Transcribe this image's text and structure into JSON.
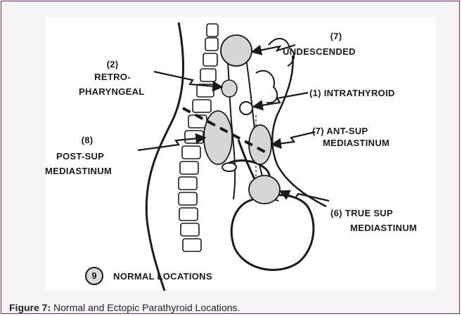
{
  "labels": {
    "undescended": {
      "count": "(7)",
      "name": "UNDESCENDED"
    },
    "retropharyngeal": {
      "count": "(2)",
      "line1": "RETRO-",
      "line2": "PHARYNGEAL"
    },
    "intrathyroid": {
      "text": "(1) INTRATHYROID"
    },
    "ant_sup": {
      "line1": "(7) ANT-SUP",
      "line2": "MEDIASTINUM"
    },
    "post_sup": {
      "count": "(8)",
      "line1": "POST-SUP",
      "line2": "MEDIASTINUM"
    },
    "true_sup": {
      "line1": "(6) TRUE SUP",
      "line2": "MEDIASTINUM"
    }
  },
  "legend": {
    "badge_number": "9",
    "text": "NORMAL LOCATIONS"
  },
  "caption": {
    "prefix": "Figure 7:",
    "text": " Normal and Ectopic Parathyroid Locations."
  },
  "colors": {
    "border": "#a6195f",
    "outer_background": "#f5f5f5",
    "figure_background": "#ffffff",
    "gland_fill": "#d6d6d6",
    "ink": "#1a1a1a"
  }
}
